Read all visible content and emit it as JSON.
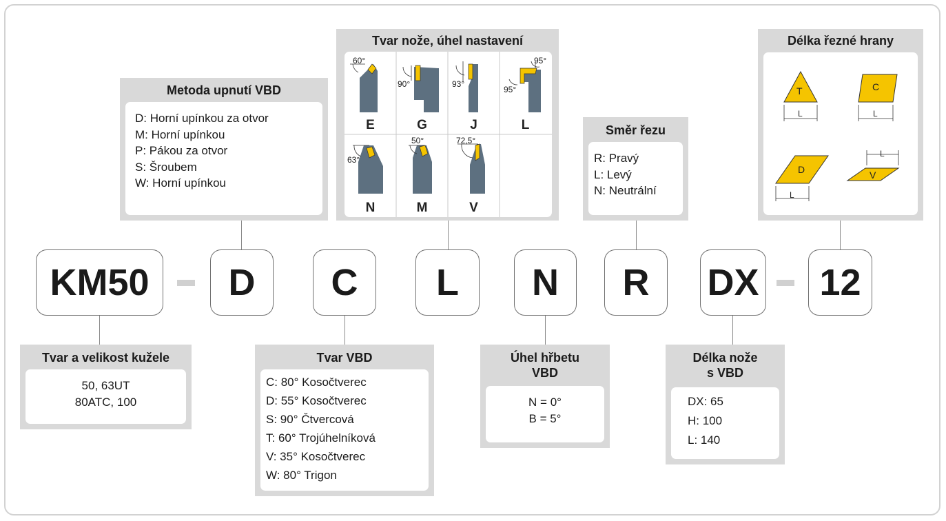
{
  "code_segments": {
    "kuzel": "KM50",
    "upnuti": "D",
    "tvar_vbd": "C",
    "tvar_noze": "L",
    "uhel_hrbetu": "N",
    "smer_rezu": "R",
    "delka_noze": "DX",
    "delka_hrany": "12"
  },
  "panels": {
    "metoda_upnuti": {
      "title": "Metoda upnutí VBD",
      "lines": [
        "D: Horní upínkou za otvor",
        "M: Horní upínkou",
        "P: Pákou za otvor",
        "S: Šroubem",
        "W: Horní upínkou"
      ]
    },
    "tvar_noze": {
      "title": "Tvar nože, úhel nastavení",
      "cells": [
        {
          "letter": "E",
          "angle": "60°"
        },
        {
          "letter": "G",
          "angle": "90°"
        },
        {
          "letter": "J",
          "angle": "93°"
        },
        {
          "letter": "L",
          "angle": "95°",
          "angle2": "95°"
        },
        {
          "letter": "N",
          "angle": "63°"
        },
        {
          "letter": "M",
          "angle": "50°"
        },
        {
          "letter": "V",
          "angle": "72,5°"
        }
      ]
    },
    "smer_rezu": {
      "title": "Směr řezu",
      "lines": [
        "R: Pravý",
        "L: Levý",
        "N: Neutrální"
      ]
    },
    "delka_hrany": {
      "title": "Délka řezné hrany",
      "shapes": [
        {
          "shape": "T",
          "dim": "L"
        },
        {
          "shape": "C",
          "dim": "L"
        },
        {
          "shape": "D",
          "dim": "L"
        },
        {
          "shape": "V",
          "dim": "L"
        }
      ]
    },
    "kuzel": {
      "title": "Tvar a velikost kužele",
      "lines": [
        "50, 63UT",
        "80ATC, 100"
      ]
    },
    "tvar_vbd": {
      "title": "Tvar VBD",
      "lines": [
        "C: 80° Kosočtverec",
        "D: 55° Kosočtverec",
        "S: 90° Čtvercová",
        "T: 60° Trojúhelníková",
        "V: 35° Kosočtverec",
        "W: 80° Trigon"
      ]
    },
    "uhel_hrbetu": {
      "title_line1": "Úhel hřbetu",
      "title_line2": "VBD",
      "lines": [
        "N = 0°",
        "B = 5°"
      ]
    },
    "delka_noze": {
      "title_line1": "Délka nože",
      "title_line2": "s VBD",
      "lines": [
        "DX: 65",
        "H: 100",
        "L: 140"
      ]
    }
  },
  "colors": {
    "panel_bg": "#d9d9d9",
    "insert_yellow": "#f5c400",
    "tool_gray": "#5d7080",
    "dash_gray": "#d0d0d0",
    "frame_border": "#d2d2d2"
  }
}
